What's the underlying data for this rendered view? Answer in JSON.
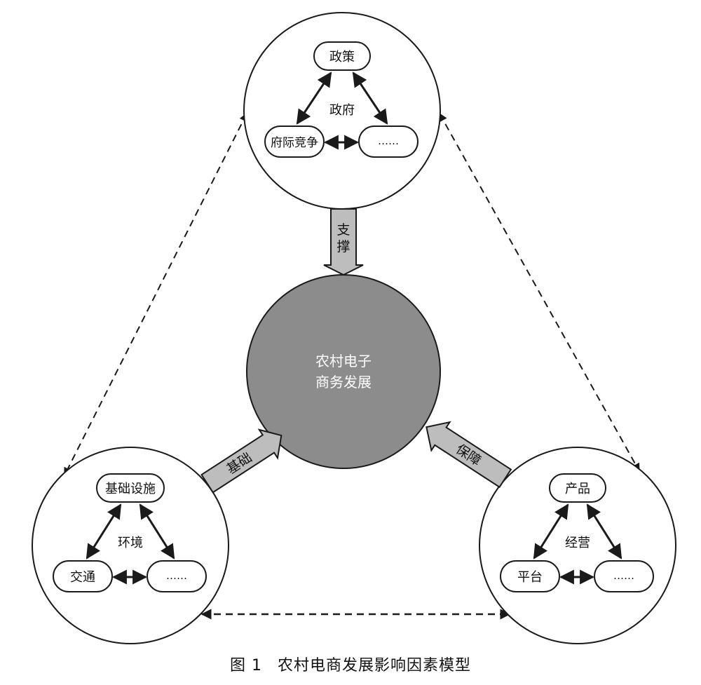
{
  "center": {
    "line1": "农村电子",
    "line2": "商务发展"
  },
  "top_cluster": {
    "hub": "政府",
    "node_top": "政策",
    "node_left": "府际竞争",
    "node_right": "……",
    "arrow_label_1": "支",
    "arrow_label_2": "撑"
  },
  "left_cluster": {
    "hub": "环境",
    "node_top": "基础设施",
    "node_left": "交通",
    "node_right": "……",
    "arrow_label": "基础"
  },
  "right_cluster": {
    "hub": "经营",
    "node_top": "产品",
    "node_left": "平台",
    "node_right": "……",
    "arrow_label": "保障"
  },
  "caption": {
    "number": "图 1",
    "title": "农村电商发展影响因素模型"
  },
  "colors": {
    "center_fill": "#8c8c8c",
    "arrow_fill": "#bdbdbd",
    "stroke": "#1a1a1a"
  }
}
